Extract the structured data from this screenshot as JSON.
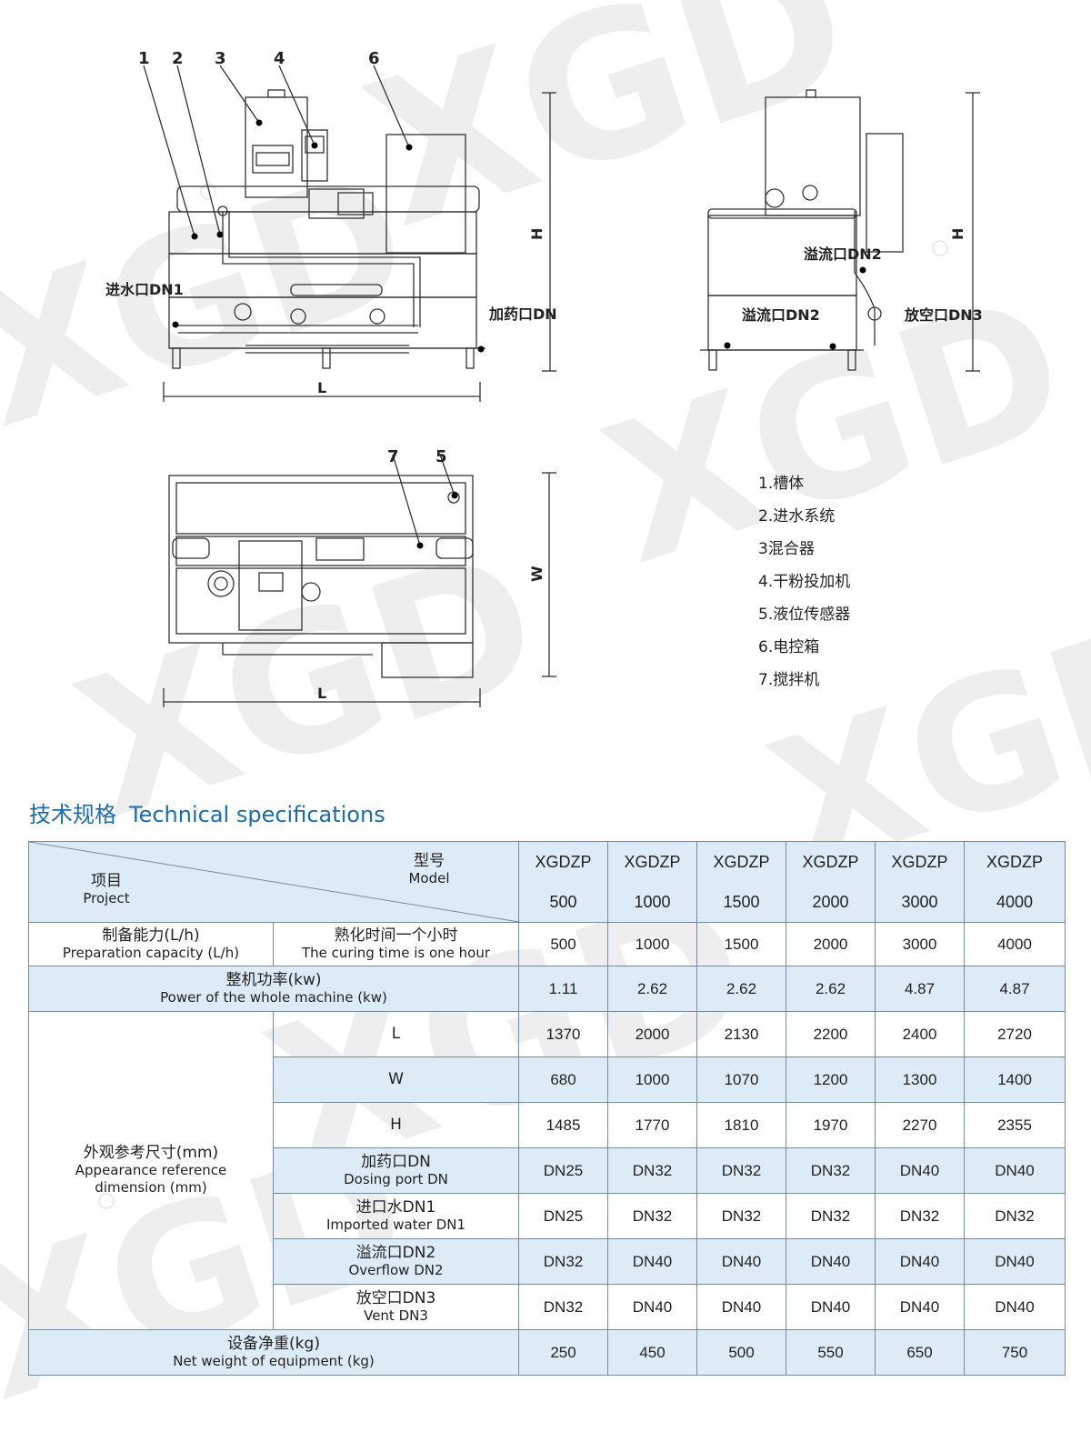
{
  "diagram": {
    "callouts": [
      "1",
      "2",
      "3",
      "4",
      "6",
      "7",
      "5"
    ],
    "port_labels": {
      "inlet": "进水口DN1",
      "dosing": "加药口DN",
      "overflow_top": "溢流口DN2",
      "overflow_side": "溢流口DN2",
      "vent": "放空口DN3"
    },
    "dim_labels": {
      "L": "L",
      "H": "H",
      "W": "W"
    }
  },
  "legend": [
    "1.槽体",
    "2.进水系统",
    "3混合器",
    "4.干粉投加机",
    "5.液位传感器",
    "6.电控箱",
    "7.搅拌机"
  ],
  "spec": {
    "title_cn": "技术规格",
    "title_en": "Technical specifications",
    "header": {
      "model_cn": "型号",
      "model_en": "Model",
      "project_cn": "项目",
      "project_en": "Project",
      "models": [
        [
          "XGDZP",
          "500"
        ],
        [
          "XGDZP",
          "1000"
        ],
        [
          "XGDZP",
          "1500"
        ],
        [
          "XGDZP",
          "2000"
        ],
        [
          "XGDZP",
          "3000"
        ],
        [
          "XGDZP",
          "4000"
        ]
      ]
    },
    "capacity": {
      "cn": "制备能力(L/h)",
      "en": "Preparation capacity (L/h)",
      "note_cn": "熟化时间一个小时",
      "note_en": "The curing time is one hour",
      "values": [
        "500",
        "1000",
        "1500",
        "2000",
        "3000",
        "4000"
      ]
    },
    "power": {
      "cn": "整机功率(kw)",
      "en": "Power of the whole machine (kw)",
      "values": [
        "1.11",
        "2.62",
        "2.62",
        "2.62",
        "4.87",
        "4.87"
      ]
    },
    "appearance": {
      "cn": "外观参考尺寸(mm)",
      "en": "Appearance reference dimension (mm)",
      "rows": [
        {
          "cn": "L",
          "en": "",
          "values": [
            "1370",
            "2000",
            "2130",
            "2200",
            "2400",
            "2720"
          ]
        },
        {
          "cn": "W",
          "en": "",
          "values": [
            "680",
            "1000",
            "1070",
            "1200",
            "1300",
            "1400"
          ]
        },
        {
          "cn": "H",
          "en": "",
          "values": [
            "1485",
            "1770",
            "1810",
            "1970",
            "2270",
            "2355"
          ]
        },
        {
          "cn": "加药口DN",
          "en": "Dosing port DN",
          "values": [
            "DN25",
            "DN32",
            "DN32",
            "DN32",
            "DN40",
            "DN40"
          ]
        },
        {
          "cn": "进口水DN1",
          "en": "Imported water DN1",
          "values": [
            "DN25",
            "DN32",
            "DN32",
            "DN32",
            "DN32",
            "DN32"
          ]
        },
        {
          "cn": "溢流口DN2",
          "en": "Overflow DN2",
          "values": [
            "DN32",
            "DN40",
            "DN40",
            "DN40",
            "DN40",
            "DN40"
          ]
        },
        {
          "cn": "放空口DN3",
          "en": "Vent DN3",
          "values": [
            "DN32",
            "DN40",
            "DN40",
            "DN40",
            "DN40",
            "DN40"
          ]
        }
      ]
    },
    "weight": {
      "cn": "设备净重(kg)",
      "en": "Net weight of equipment (kg)",
      "values": [
        "250",
        "450",
        "500",
        "550",
        "650",
        "750"
      ]
    }
  }
}
